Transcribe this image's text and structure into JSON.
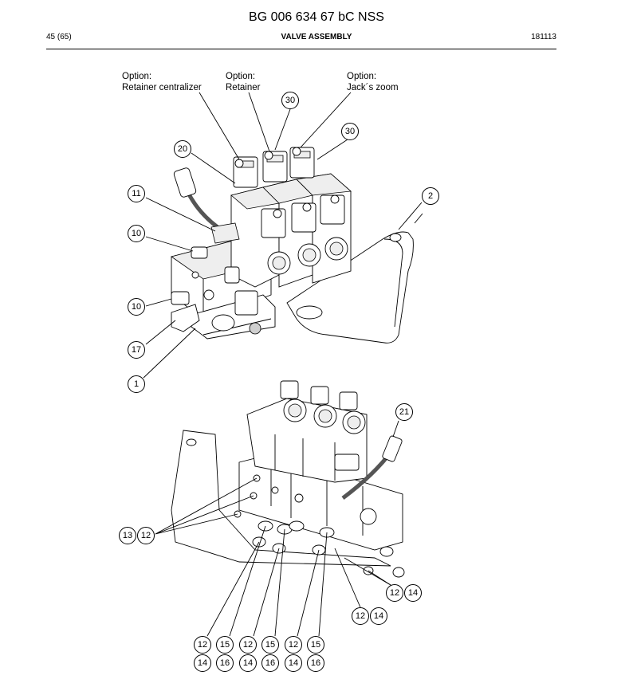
{
  "header": {
    "doc_title": "BG 006 634 67 bC NSS",
    "page": "45 (65)",
    "section_title": "VALVE ASSEMBLY",
    "date_code": "181113"
  },
  "options": [
    {
      "line1": "Option:",
      "line2": "Retainer centralizer"
    },
    {
      "line1": "Option:",
      "line2": "Retainer"
    },
    {
      "line1": "Option:",
      "line2": "Jack´s zoom"
    }
  ],
  "callouts": {
    "c30a": "30",
    "c30b": "30",
    "c20": "20",
    "c11": "11",
    "c2": "2",
    "c10a": "10",
    "c10b": "10",
    "c17": "17",
    "c1": "1",
    "c21": "21",
    "c13": "13",
    "c12a": "12",
    "c12b": "12",
    "c14b": "14",
    "c12c": "12",
    "c14c": "14",
    "r1": [
      "12",
      "15",
      "12",
      "15",
      "12",
      "15"
    ],
    "r2": [
      "14",
      "16",
      "14",
      "16",
      "14",
      "16"
    ]
  }
}
